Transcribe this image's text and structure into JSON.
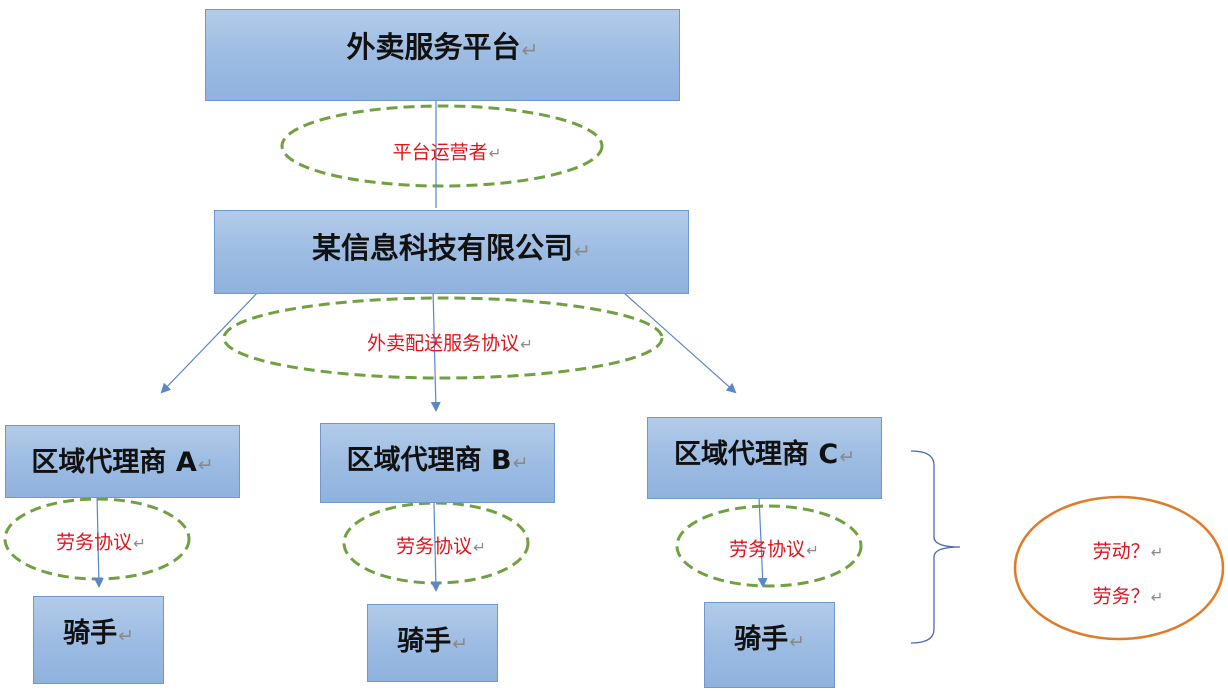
{
  "return_mark": "↵",
  "nodes": {
    "platform": "外卖服务平台",
    "company": "某信息科技有限公司",
    "agent_a": "区域代理商 A",
    "agent_b": "区域代理商 B",
    "agent_c": "区域代理商 C",
    "rider_a": "骑手",
    "rider_b": "骑手",
    "rider_c": "骑手"
  },
  "relations": {
    "platform_operator": "平台运营者",
    "delivery_agreement": "外卖配送服务协议",
    "labor_service_a": "劳务协议",
    "labor_service_b": "劳务协议",
    "labor_service_c": "劳务协议"
  },
  "question": {
    "line1": "劳动？",
    "line2": "劳务？"
  },
  "colors": {
    "box_fill": "#9bbbe2",
    "box_border": "#6f98cf",
    "arrow": "#5b87c7",
    "dashed_ellipse": "#70a141",
    "label_text": "#e0141c",
    "question_ellipse": "#e07b2a",
    "brace": "#4a6ab0"
  }
}
